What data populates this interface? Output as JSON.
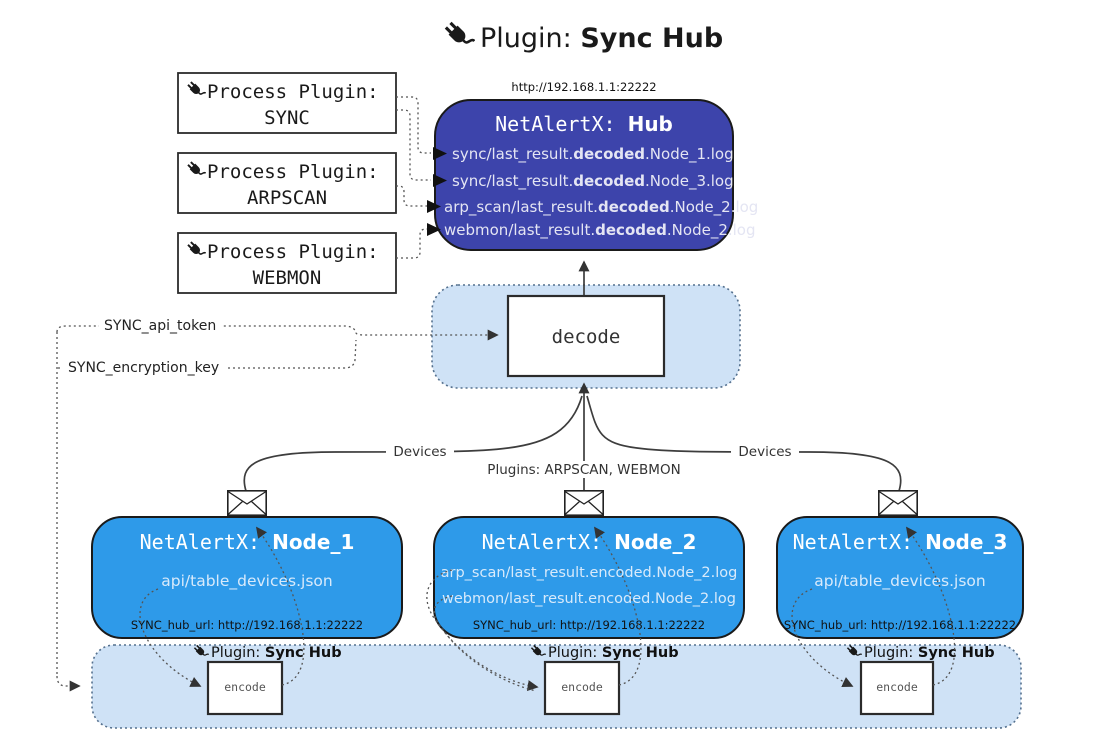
{
  "title": {
    "prefix": "Plugin: ",
    "bold": "Sync Hub"
  },
  "process_plugins": [
    {
      "label": "Process Plugin:",
      "name": "SYNC"
    },
    {
      "label": "Process Plugin:",
      "name": "ARPSCAN"
    },
    {
      "label": "Process Plugin:",
      "name": "WEBMON"
    }
  ],
  "hub": {
    "url": "http://192.168.1.1:22222",
    "name_prefix": "NetAlertX: ",
    "name_bold": "Hub",
    "logs": [
      {
        "pre": "sync/last_result.",
        "bold": "decoded",
        "post": ".Node_1.log"
      },
      {
        "pre": "sync/last_result.",
        "bold": "decoded",
        "post": ".Node_3.log"
      },
      {
        "pre": "arp_scan/last_result.",
        "bold": "decoded",
        "post": ".Node_2.log"
      },
      {
        "pre": "webmon/last_result.",
        "bold": "decoded",
        "post": ".Node_2.log"
      }
    ]
  },
  "decode_box": {
    "label": "decode"
  },
  "settings": {
    "api_token": "SYNC_api_token",
    "encryption_key": "SYNC_encryption_key"
  },
  "edge_labels": {
    "left": "Devices",
    "center": "Plugins: ARPSCAN, WEBMON",
    "right": "Devices"
  },
  "nodes": [
    {
      "name_prefix": "NetAlertX: ",
      "name_bold": "Node_1",
      "files": [
        "api/table_devices.json"
      ],
      "hub_url": "SYNC_hub_url: http://192.168.1.1:22222"
    },
    {
      "name_prefix": "NetAlertX: ",
      "name_bold": "Node_2",
      "files": [
        "arp_scan/last_result.encoded.Node_2.log",
        "webmon/last_result.encoded.Node_2.log"
      ],
      "hub_url": "SYNC_hub_url: http://192.168.1.1:22222"
    },
    {
      "name_prefix": "NetAlertX: ",
      "name_bold": "Node_3",
      "files": [
        "api/table_devices.json"
      ],
      "hub_url": "SYNC_hub_url: http://192.168.1.1:22222"
    }
  ],
  "encoders": [
    {
      "label_prefix": "Plugin: ",
      "label_bold": "Sync Hub",
      "box_label": "encode"
    },
    {
      "label_prefix": "Plugin: ",
      "label_bold": "Sync Hub",
      "box_label": "encode"
    },
    {
      "label_prefix": "Plugin: ",
      "label_bold": "Sync Hub",
      "box_label": "encode"
    }
  ],
  "colors": {
    "hub_fill": "#3d44ab",
    "node_fill": "#2e9ae9",
    "panel_fill": "#cfe2f6",
    "line": "#3d3d3d"
  }
}
